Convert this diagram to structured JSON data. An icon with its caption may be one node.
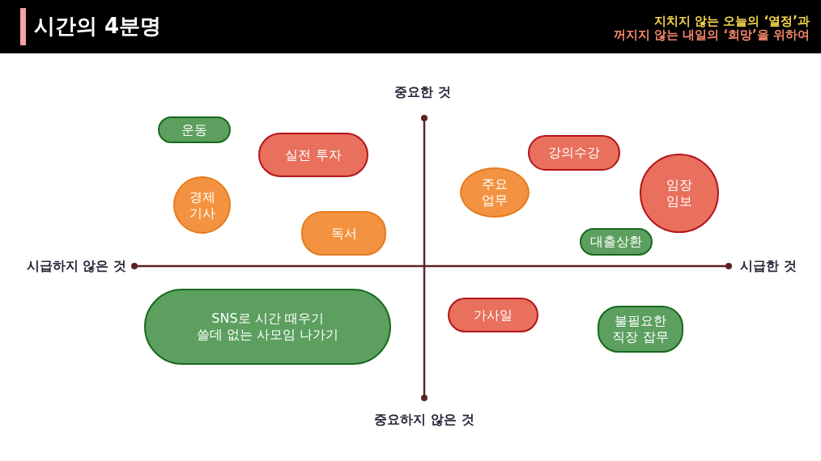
{
  "diagram": {
    "title": "시간의 4분명",
    "nodes": [
      {
        "text": [
          "운동"
        ]
      },
      {
        "text": [
          "실전 투자"
        ]
      },
      {
        "text": [
          "강의수강"
        ]
      },
      {
        "text": [
          "임장 임보"
        ]
      },
      {
        "text": [
          "주요 업무"
        ]
      },
      {
        "text": [
          "경제 기사"
        ]
      },
      {
        "text": [
          "독서"
        ]
      },
      {
        "text": [
          "대출상환"
        ]
      },
      {
        "text": [
          "SNS로 시간 때우기",
          "쓸데 없는 사모임 나가기"
        ]
      },
      {
        "text": [
          "가사일"
        ]
      },
      {
        "text": [
          "불필요한 직장 잡무"
        ]
      }
    ],
    "labels": [
      "지치지 않는 오늘의 ‘열정’과",
      "꺼지지 않는 내일의 ‘희망’을 위하여",
      "중요한 것",
      "시급하지 않은 것",
      "시급한 것",
      "중요하지 않은 것"
    ]
  }
}
